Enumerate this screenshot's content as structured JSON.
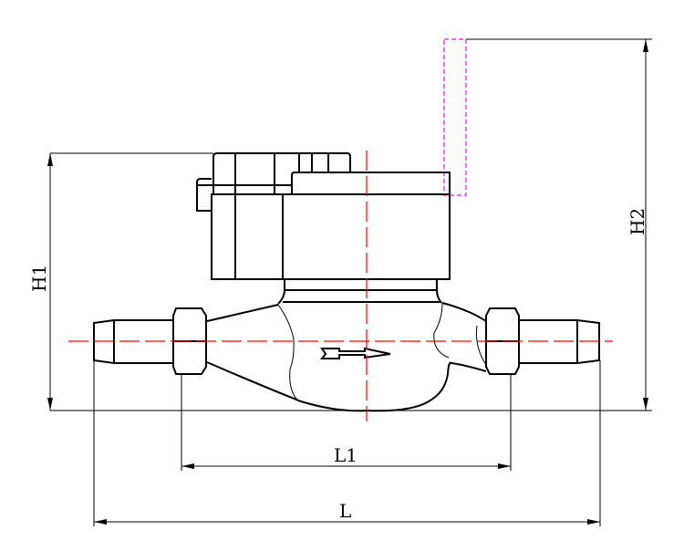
{
  "dimensions": {
    "h1_label": "H1",
    "h2_label": "H2",
    "l1_label": "L1",
    "l_label": "L"
  },
  "colors": {
    "outline": "#000000",
    "centerline": "#ff0000",
    "hidden_outline": "#ff00ff"
  }
}
